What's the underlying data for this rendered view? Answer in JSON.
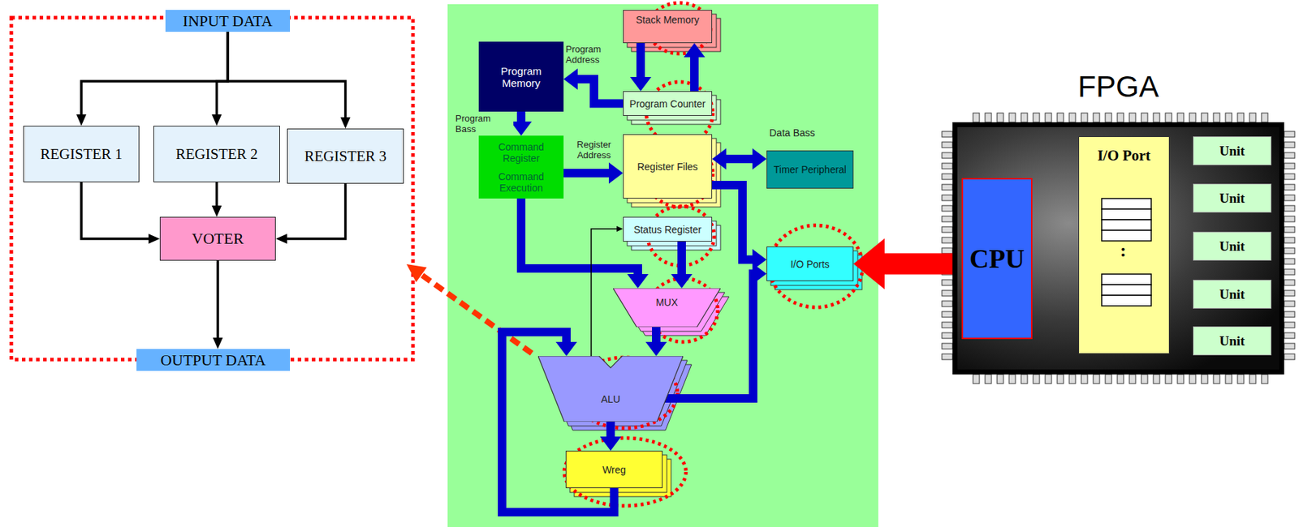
{
  "diagram": {
    "nodes": [
      {
        "text": [
          "INPUT DATA"
        ]
      },
      {
        "text": [
          "REGISTER 1"
        ]
      },
      {
        "text": [
          "REGISTER 2"
        ]
      },
      {
        "text": [
          "REGISTER 3"
        ]
      },
      {
        "text": [
          "VOTER"
        ]
      },
      {
        "text": [
          "OUTPUT DATA"
        ]
      },
      {
        "text": [
          "Stack Memory"
        ]
      },
      {
        "text": [
          "Program Memory"
        ]
      },
      {
        "text": [
          "Program Counter"
        ]
      },
      {
        "text": [
          "Command Register",
          "Command Execution"
        ]
      },
      {
        "text": [
          "Register Files"
        ]
      },
      {
        "text": [
          "Timer Peripheral"
        ]
      },
      {
        "text": [
          "Status Register"
        ]
      },
      {
        "text": [
          "I/O Ports"
        ]
      },
      {
        "text": [
          "MUX"
        ]
      },
      {
        "text": [
          "ALU"
        ]
      },
      {
        "text": [
          "Wreg"
        ]
      },
      {
        "text": [
          "FPGA"
        ]
      },
      {
        "text": [
          "CPU"
        ],
        "in": 17
      },
      {
        "text": [
          "I/O Port"
        ],
        "in": 17
      },
      {
        "text": [
          "Unit"
        ],
        "in": 17
      },
      {
        "text": [
          "Unit"
        ],
        "in": 17
      },
      {
        "text": [
          "Unit"
        ],
        "in": 17
      },
      {
        "text": [
          "Unit"
        ],
        "in": 17
      },
      {
        "text": [
          "Unit"
        ],
        "in": 17
      }
    ],
    "edges": [
      {
        "from": 0,
        "to": 1,
        "arrow": "to"
      },
      {
        "from": 0,
        "to": 2,
        "arrow": "to"
      },
      {
        "from": 0,
        "to": 3,
        "arrow": "to"
      },
      {
        "from": 1,
        "to": 4,
        "arrow": "to"
      },
      {
        "from": 2,
        "to": 4,
        "arrow": "to"
      },
      {
        "from": 3,
        "to": 4,
        "arrow": "to"
      },
      {
        "from": 4,
        "to": 5,
        "arrow": "to"
      },
      {
        "from": 6,
        "to": 8,
        "arrow": "to"
      },
      {
        "from": 8,
        "to": 6,
        "arrow": "to"
      },
      {
        "from": 8,
        "to": 7,
        "label": "Program Address",
        "arrow": "to"
      },
      {
        "from": 7,
        "to": 9,
        "label": "Program Bass",
        "arrow": "to"
      },
      {
        "from": 9,
        "to": 10,
        "label": "Register Address",
        "arrow": "to"
      },
      {
        "from": 9,
        "to": 14,
        "arrow": "to"
      },
      {
        "from": 12,
        "to": 14,
        "arrow": "to"
      },
      {
        "from": 10,
        "to": 11,
        "arrow": "both"
      },
      {
        "from": 10,
        "to": 13,
        "arrow": "to"
      },
      {
        "from": 14,
        "to": 15,
        "arrow": "to"
      },
      {
        "from": 15,
        "to": 16,
        "arrow": "to"
      },
      {
        "from": 16,
        "to": 15,
        "arrow": "to"
      },
      {
        "from": 15,
        "to": 12,
        "arrow": "to"
      },
      {
        "from": 15,
        "to": 13,
        "arrow": "to"
      },
      {
        "from": 18,
        "to": 13,
        "arrow": "to"
      },
      {
        "from": 18,
        "to": 19,
        "arrow": "to"
      },
      {
        "from": 18,
        "to": 19,
        "arrow": "to"
      },
      {
        "from": 18,
        "to": 19,
        "arrow": "to"
      },
      {
        "from": 19,
        "to": 18,
        "arrow": "to"
      },
      {
        "from": 19,
        "to": 20,
        "arrow": "both"
      },
      {
        "from": 19,
        "to": 21,
        "arrow": "both"
      },
      {
        "from": 19,
        "to": 22,
        "arrow": "both"
      },
      {
        "from": 19,
        "to": 23,
        "arrow": "both"
      },
      {
        "from": 19,
        "to": 24,
        "arrow": "both"
      }
    ],
    "labels": [
      "Data Bass",
      ":"
    ]
  }
}
